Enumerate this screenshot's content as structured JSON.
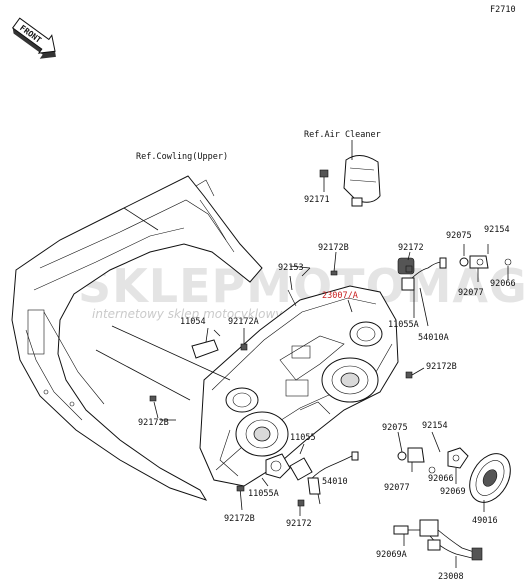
{
  "figure_code": "F2710",
  "direction_label": "FRONT",
  "references": {
    "air_cleaner": "Ref.Air Cleaner",
    "cowling_upper": "Ref.Cowling(Upper)"
  },
  "highlighted_part": "23007/A",
  "parts": {
    "p92171": "92171",
    "p92172b_top": "92172B",
    "p92153": "92153",
    "p92172_top": "92172",
    "p92075_top": "92075",
    "p92154_top": "92154",
    "p92077_top": "92077",
    "p92066_top": "92066",
    "p11054": "11054",
    "p92172a": "92172A",
    "p11055a_top": "11055A",
    "p54010a": "54010A",
    "p92172b_right": "92172B",
    "p92172b_left": "92172B",
    "p11055": "11055",
    "p92075_bot": "92075",
    "p92154_bot": "92154",
    "p92066_bot": "92066",
    "p92077_bot": "92077",
    "p92069": "92069",
    "p11055a_bot": "11055A",
    "p54010": "54010",
    "p49016": "49016",
    "p92172b_bot": "92172B",
    "p92172_bot": "92172",
    "p92069a": "92069A",
    "p23008": "23008"
  },
  "watermark": {
    "logo_text": "SKLEPMOTOMAG.PL",
    "tagline": "internetowy sklep motocyklowy"
  }
}
